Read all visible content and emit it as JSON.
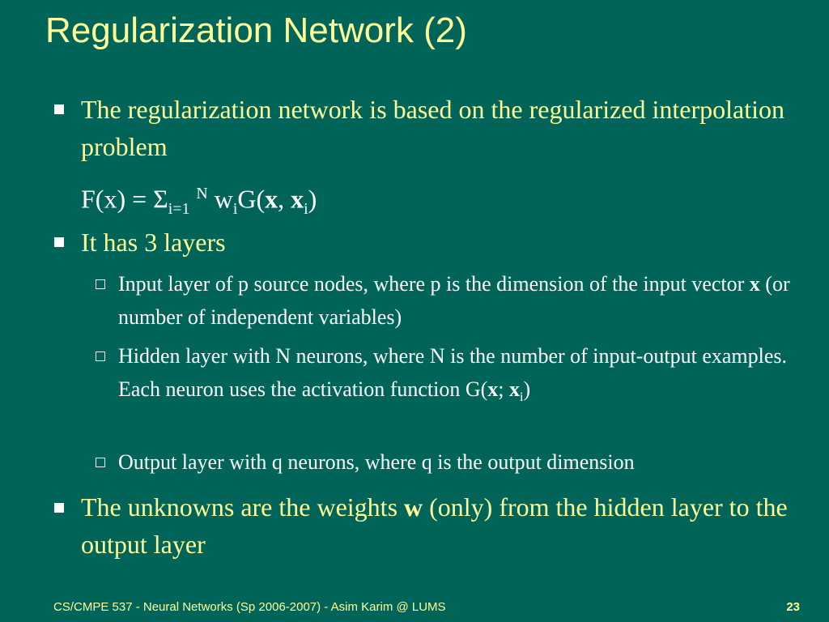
{
  "slide": {
    "title": "Regularization Network (2)",
    "bullet1": {
      "text": "The regularization network is based on the regularized interpolation problem"
    },
    "formula": {
      "lhs": "F(x) = Σ",
      "sum_sub": "i=1",
      "sum_sup": "N",
      "w": "w",
      "w_sub": "i",
      "g_open": "G(",
      "x_bold": "x",
      "comma": ", ",
      "xi_bold": "x",
      "xi_sub": "i",
      "close": ")"
    },
    "bullet2": {
      "text": "It has 3 layers"
    },
    "sub1": {
      "before": "Input layer of p source nodes, where p is the dimension of the input vector ",
      "bold": "x",
      "after": " (or number of independent variables)"
    },
    "sub2": {
      "before": "Hidden layer with N neurons, where N is the number of input-output examples. Each neuron uses the activation function G(",
      "bold1": "x",
      "sep": "; ",
      "bold2": "x",
      "sub": "i",
      "after": ")"
    },
    "sub3": {
      "text": "Output layer with q neurons, where q is the output dimension"
    },
    "bullet3": {
      "before": "The unknowns are the weights ",
      "bold": "w",
      "after": " (only) from the hidden layer to the output layer"
    }
  },
  "footer": {
    "course": "CS/CMPE 537 - Neural Networks (Sp 2006-2007) - Asim Karim @ LUMS",
    "page": "23"
  },
  "colors": {
    "background": "#006458",
    "accent_yellow": "#ffff99",
    "text_white": "#ffffff"
  }
}
